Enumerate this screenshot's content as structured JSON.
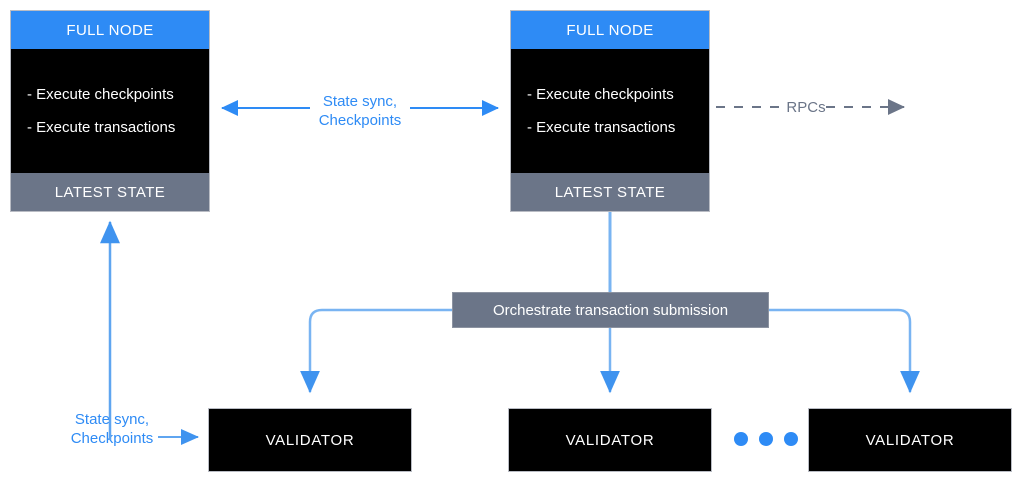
{
  "diagram": {
    "title": "Sui network architecture: full nodes, validators, and transaction orchestration",
    "colors": {
      "accent_blue": "#2e8bf5",
      "light_blue_connector": "#79b4f2",
      "slate_gray": "#6b7588",
      "node_body_black": "#000000",
      "white": "#ffffff"
    }
  },
  "full_nodes": [
    {
      "header": "FULL NODE",
      "bullets": [
        "- Execute checkpoints",
        "- Execute transactions"
      ],
      "footer": "LATEST STATE"
    },
    {
      "header": "FULL NODE",
      "bullets": [
        "- Execute checkpoints",
        "- Execute transactions"
      ],
      "footer": "LATEST STATE"
    }
  ],
  "orchestrator": {
    "label": "Orchestrate transaction submission"
  },
  "validators": [
    {
      "label": "VALIDATOR"
    },
    {
      "label": "VALIDATOR"
    },
    {
      "label": "VALIDATOR"
    }
  ],
  "ellipsis": {
    "dot_count": 3
  },
  "edges": {
    "state_sync_between_nodes": {
      "label": "State sync,\nCheckpoints",
      "direction": "bidirectional",
      "style": "solid",
      "color": "#2e8bf5"
    },
    "rpcs": {
      "label": "RPCs",
      "direction": "right",
      "style": "dashed",
      "color": "#6b7588"
    },
    "state_sync_to_fullnode": {
      "label": "State sync,\nCheckpoints",
      "direction": "right-and-up",
      "style": "solid",
      "color": "#2e8bf5"
    }
  }
}
